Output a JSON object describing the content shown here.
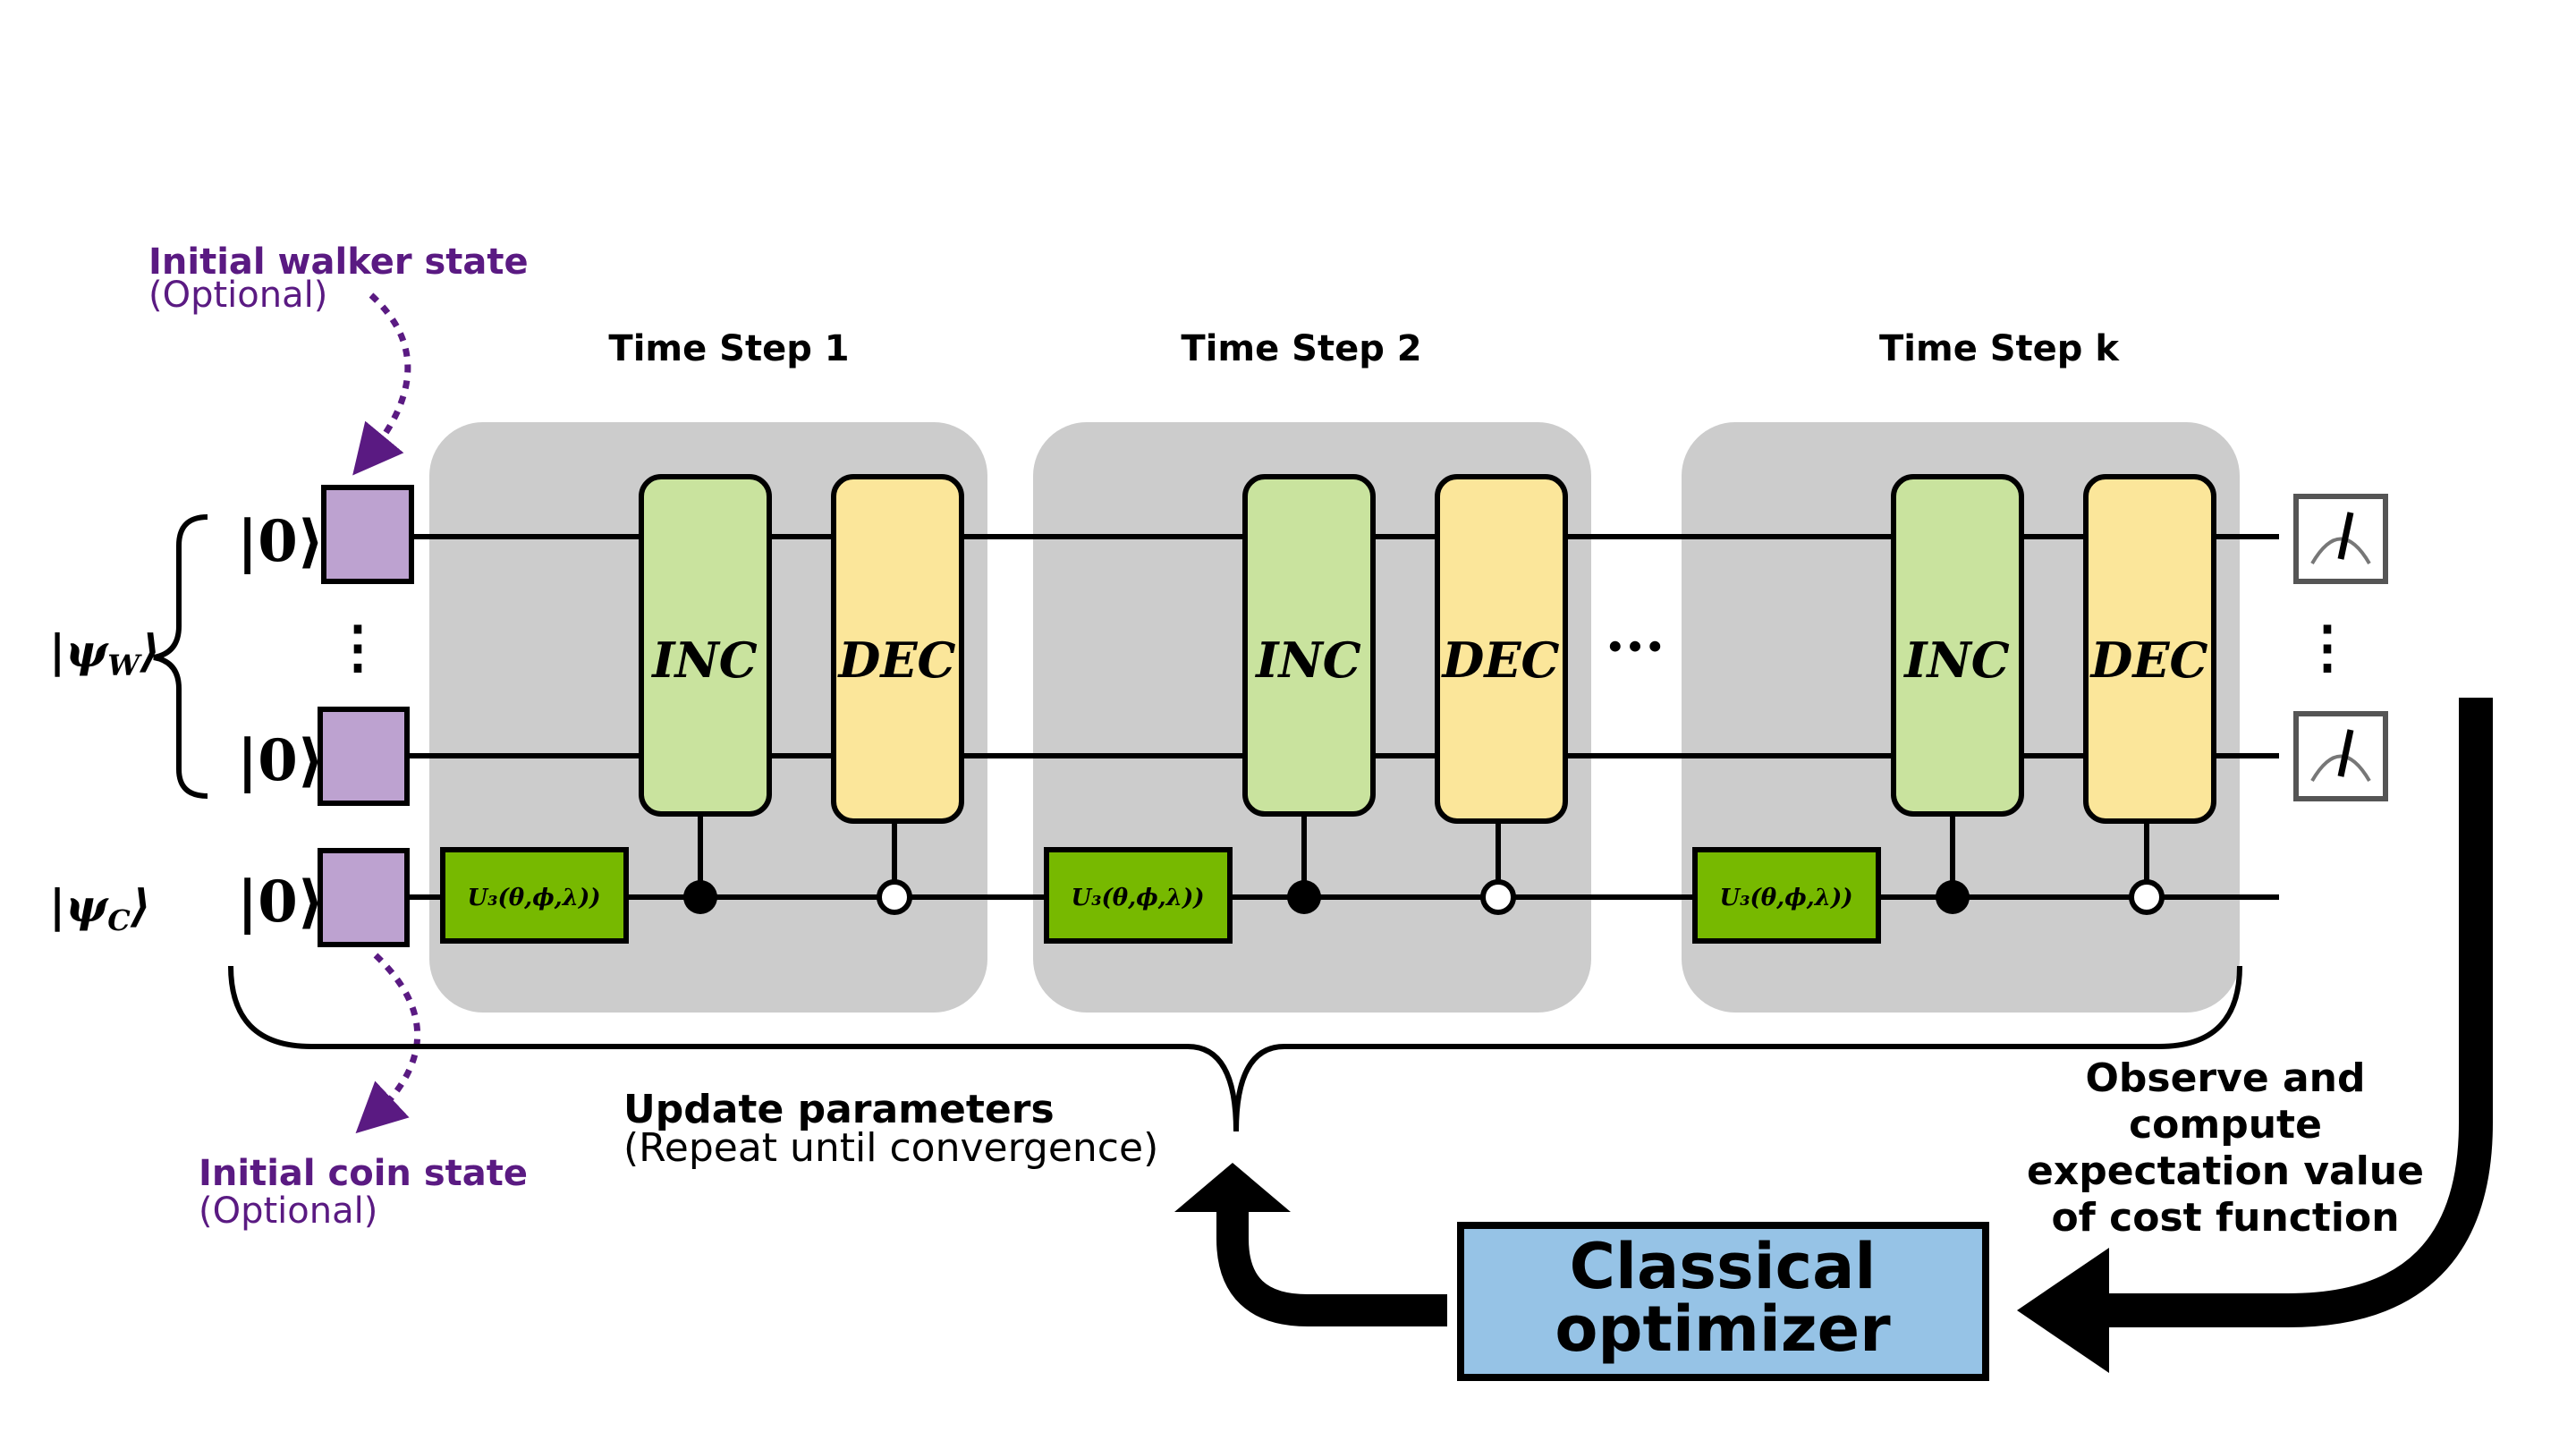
{
  "labels": {
    "initial_walker_state": "Initial walker state",
    "walker_optional": "(Optional)",
    "initial_coin_state": "Initial coin state",
    "coin_optional": "(Optional)",
    "psi_w": "|ψ",
    "psi_w_sub": "W",
    "psi_c": "|ψ",
    "psi_c_sub": "C",
    "ket_zero": "|0⟩",
    "vdots": "⋮",
    "hdots": "···"
  },
  "time_steps": [
    {
      "title": "Time Step 1",
      "u3": "U₃(θ,ϕ,λ))",
      "inc": "INC",
      "dec": "DEC"
    },
    {
      "title": "Time Step 2",
      "u3": "U₃(θ,ϕ,λ))",
      "inc": "INC",
      "dec": "DEC"
    },
    {
      "title": "Time Step k",
      "u3": "U₃(θ,ϕ,λ))",
      "inc": "INC",
      "dec": "DEC"
    }
  ],
  "update": {
    "title": "Update parameters",
    "subtitle": "(Repeat until convergence)"
  },
  "observe": {
    "line1": "Observe and",
    "line2": "compute",
    "line3": "expectation value",
    "line4": "of cost function"
  },
  "optimizer": {
    "line1": "Classical",
    "line2": "optimizer"
  },
  "colors": {
    "step_box": "#cccccc",
    "inc": "#c9e39e",
    "dec": "#fbe69a",
    "u3": "#77b900",
    "init": "#bda2d0",
    "optimizer": "#96c3e6",
    "purple": "#5a1a82"
  }
}
